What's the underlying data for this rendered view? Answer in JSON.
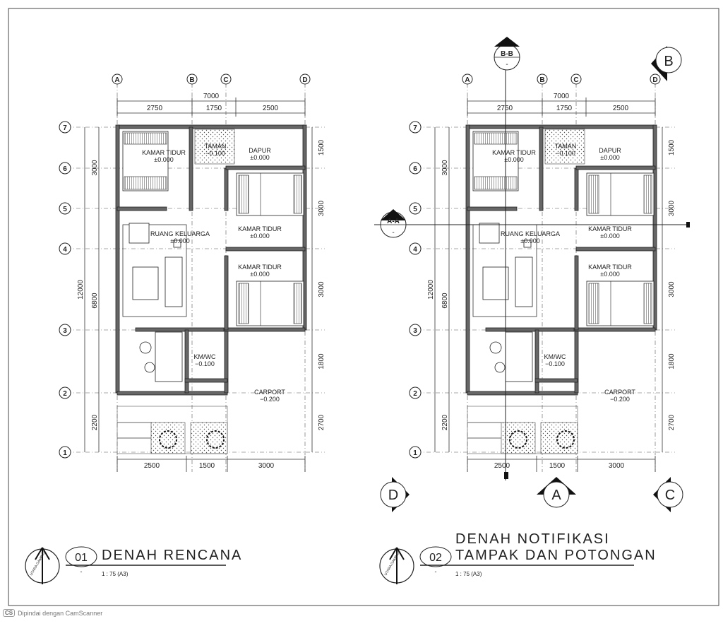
{
  "grid": {
    "axes_letters": [
      "A",
      "B",
      "C",
      "D"
    ],
    "axes_numbers": [
      "7",
      "6",
      "5",
      "4",
      "3",
      "2",
      "1"
    ]
  },
  "dims": {
    "top_total": "7000",
    "top_parts": [
      "2750",
      "1750",
      "2500"
    ],
    "bottom_parts": [
      "2500",
      "1500",
      "3000"
    ],
    "left_total": "12000",
    "left_parts": [
      "3000",
      "6800",
      "2200"
    ],
    "right_parts": [
      "1500",
      "3000",
      "3000",
      "1800",
      "2700"
    ]
  },
  "rooms": {
    "kamar_tidur_1": {
      "name": "KAMAR TIDUR",
      "level": "±0.000"
    },
    "taman": {
      "name": "TAMAN",
      "level": "−0.100"
    },
    "dapur": {
      "name": "DAPUR",
      "level": "±0.000"
    },
    "ruang_keluarga": {
      "name": "RUANG KELUARGA",
      "level": "±0.000"
    },
    "kamar_tidur_2": {
      "name": "KAMAR TIDUR",
      "level": "±0.000"
    },
    "kamar_tidur_3": {
      "name": "KAMAR TIDUR",
      "level": "±0.000"
    },
    "km_wc": {
      "name": "KM/WC",
      "level": "−0.100"
    },
    "carport": {
      "name": "CARPORT",
      "level": "−0.200"
    }
  },
  "sections": {
    "bb": {
      "label": "B-B",
      "sub": "-"
    },
    "aa": {
      "label": "A-A",
      "sub": "-"
    },
    "b": "B",
    "a": "A",
    "c": "C",
    "d": "D"
  },
  "titles": {
    "plan1": {
      "num": "01",
      "sub": "-",
      "title": "DENAH RENCANA",
      "scale": "1 : 75 (A3)"
    },
    "plan2": {
      "num": "02",
      "sub": "-",
      "title_line1": "DENAH NOTIFIKASI",
      "title_line2": "TAMPAK DAN POTONGAN",
      "scale": "1 : 75 (A3)"
    },
    "north": "UTARA GAMBAR"
  },
  "footer": {
    "badge": "CS",
    "text": "Dipindai dengan CamScanner"
  }
}
